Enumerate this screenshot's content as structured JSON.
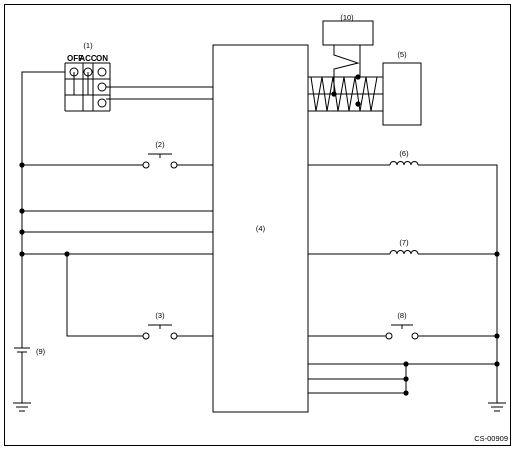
{
  "labels": {
    "l1": "(1)",
    "l2": "(2)",
    "l3": "(3)",
    "l4": "(4)",
    "l5": "(5)",
    "l6": "(6)",
    "l7": "(7)",
    "l8": "(8)",
    "l9": "(9)",
    "l10": "(10)"
  },
  "ignition_switch": {
    "positions": [
      "OFF",
      "ACC",
      "ON"
    ]
  },
  "figure_code": "CS-00909",
  "colors": {
    "line": "#000000",
    "background": "#ffffff"
  }
}
